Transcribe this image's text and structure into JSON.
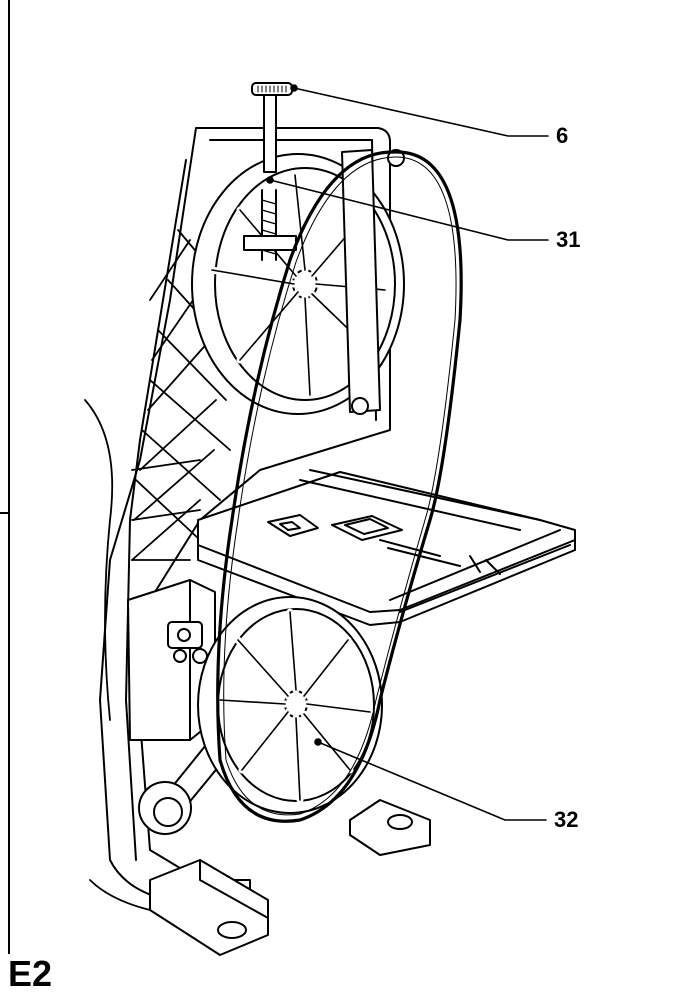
{
  "figure": {
    "label": "E2",
    "callouts": [
      {
        "id": "6",
        "text": "6"
      },
      {
        "id": "31",
        "text": "31"
      },
      {
        "id": "32",
        "text": "32"
      }
    ]
  }
}
